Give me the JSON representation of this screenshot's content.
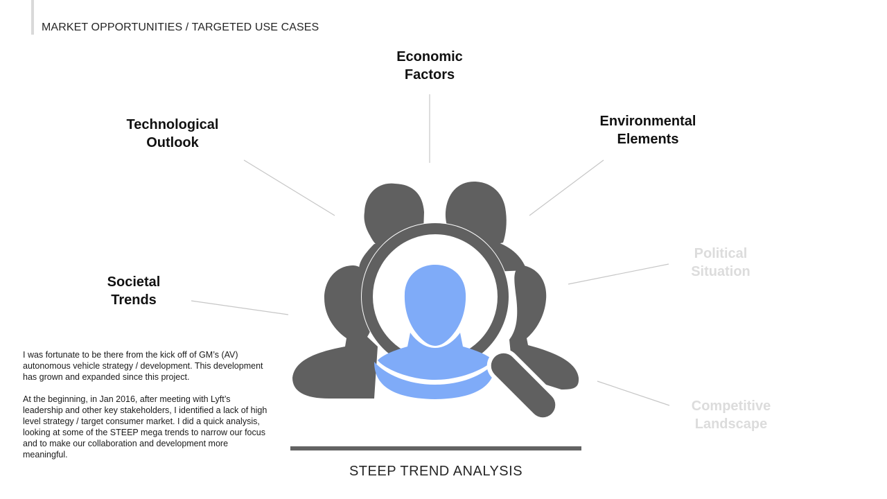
{
  "header": {
    "title": "MARKET OPPORTUNITIES / TARGETED USE CASES"
  },
  "factors": {
    "economic": "Economic\nFactors",
    "technological": "Technological\nOutlook",
    "environmental": "Environmental\nElements",
    "political": "Political\nSituation",
    "societal": "Societal\nTrends",
    "competitive": "Competitive\nLandscape"
  },
  "caption": "STEEP TREND ANALYSIS",
  "narrative": {
    "p1": "I was fortunate to be there from the kick off of GM’s (AV) autonomous vehicle strategy / development. This development has grown and expanded since this project.",
    "p2": "At the beginning, in Jan 2016, after meeting with Lyft’s leadership and other key stakeholders, I identified a lack of high level strategy / target consumer market. I did a quick analysis, looking at some of the STEEP mega trends to narrow our focus and to make our collaboration and development more meaningful."
  },
  "colors": {
    "dark_gray": "#606060",
    "highlight_blue": "#7fabf8",
    "muted_label": "#dcdcdc"
  },
  "icons": [
    "people-group-icon",
    "magnifying-glass-icon",
    "highlighted-person-icon"
  ]
}
